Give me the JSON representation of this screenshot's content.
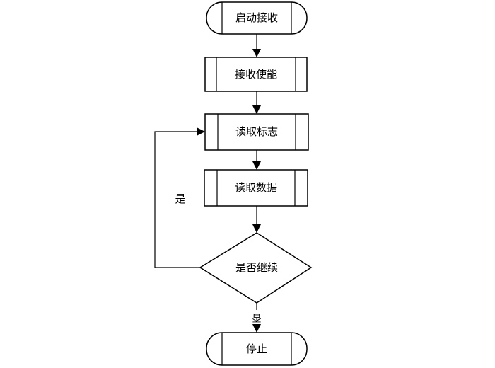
{
  "flowchart": {
    "start": "启动接收",
    "step1": "接收使能",
    "step2": "读取标志",
    "step3": "读取数据",
    "decision": "是否继续",
    "yes_label": "是",
    "no_label": "否",
    "end": "停止"
  }
}
